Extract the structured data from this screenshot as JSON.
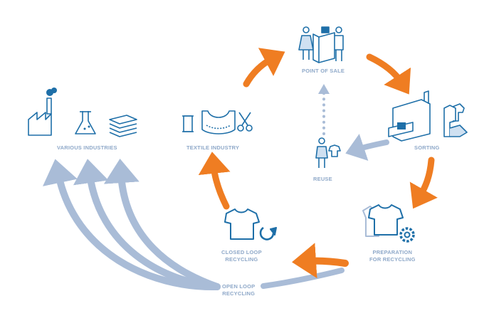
{
  "colors": {
    "primary_flow": "#ef7d22",
    "secondary_flow": "#a9bcd7",
    "icon": "#1e6fa8",
    "icon_accent": "#2a7fc0",
    "label": "#8fa9c9"
  },
  "nodes": {
    "point_of_sale": {
      "label": "POINT OF SALE",
      "icon": "shop-counter-icon"
    },
    "sorting": {
      "label": "SORTING",
      "icon": "sorting-plant-icon"
    },
    "preparation": {
      "line1": "PREPARATION",
      "line2": "FOR RECYCLING",
      "icon": "shirt-gear-icon"
    },
    "closed_loop": {
      "line1": "CLOSED LOOP",
      "line2": "RECYCLING",
      "icon": "shirt-recycle-icon"
    },
    "textile_industry": {
      "label": "TEXTILE INDUSTRY",
      "icon": "sewing-tools-icon"
    },
    "reuse": {
      "label": "REUSE",
      "icon": "person-with-shirt-icon"
    },
    "various_industries": {
      "label": "VARIOUS INDUSTRIES",
      "icon": "factory-flask-fabric-icon"
    },
    "open_loop": {
      "line1": "OPEN LOOP",
      "line2": "RECYCLING"
    }
  },
  "flows": [
    {
      "from": "textile_industry",
      "to": "point_of_sale",
      "style": "primary"
    },
    {
      "from": "point_of_sale",
      "to": "sorting",
      "style": "primary"
    },
    {
      "from": "sorting",
      "to": "preparation",
      "style": "primary"
    },
    {
      "from": "preparation",
      "to": "closed_loop",
      "style": "primary"
    },
    {
      "from": "closed_loop",
      "to": "textile_industry",
      "style": "primary"
    },
    {
      "from": "sorting",
      "to": "reuse",
      "style": "secondary"
    },
    {
      "from": "reuse",
      "to": "point_of_sale",
      "style": "secondary-dotted"
    },
    {
      "from": "open_loop",
      "to": "various_industries",
      "style": "secondary",
      "count": 3
    }
  ]
}
